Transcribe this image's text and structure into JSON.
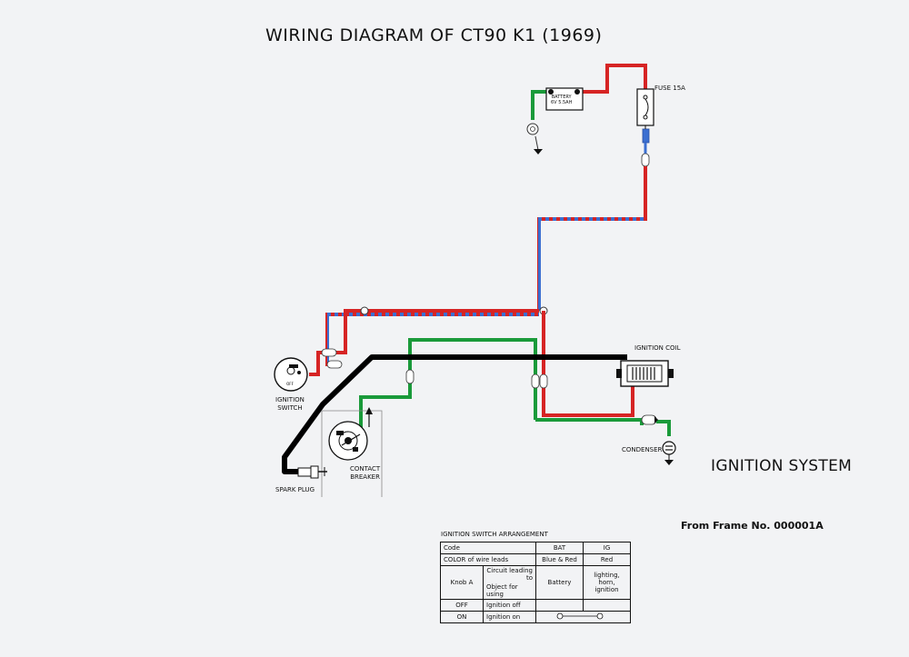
{
  "title": "WIRING DIAGRAM OF CT90 K1 (1969)",
  "section_title": "IGNITION SYSTEM",
  "frame_number": "From Frame No. 000001A",
  "colors": {
    "red": "#d62424",
    "blue": "#3b6fd1",
    "green": "#1a9a3a",
    "black": "#000000",
    "background": "#f2f3f5"
  },
  "components": {
    "battery": {
      "label_line1": "BATTERY",
      "label_line2": "6V 5.5AH"
    },
    "fuse": {
      "label": "FUSE 15A"
    },
    "ignition_switch": {
      "label_line1": "IGNITION",
      "label_line2": "SWITCH",
      "face_text": "OFF"
    },
    "ignition_coil": {
      "label": "IGNITION COIL"
    },
    "condenser": {
      "label": "CONDENSER"
    },
    "contact_breaker": {
      "label_line1": "CONTACT",
      "label_line2": "BREAKER"
    },
    "spark_plug": {
      "label": "SPARK PLUG"
    }
  },
  "switch_table": {
    "title": "IGNITION SWITCH ARRANGEMENT",
    "code_label": "Code",
    "code_bat": "BAT",
    "code_ig": "IG",
    "color_label": "COLOR of wire leads",
    "color_bat": "Blue & Red",
    "color_ig": "Red",
    "knob_label": "Knob A",
    "circuit_label": "Circuit leading to",
    "object_label": "Object for using",
    "object_bat": "Battery",
    "object_ig": "lighting, horn, ignition",
    "off_label": "OFF",
    "off_desc": "Ignition off",
    "on_label": "ON",
    "on_desc": "Ignition on"
  }
}
